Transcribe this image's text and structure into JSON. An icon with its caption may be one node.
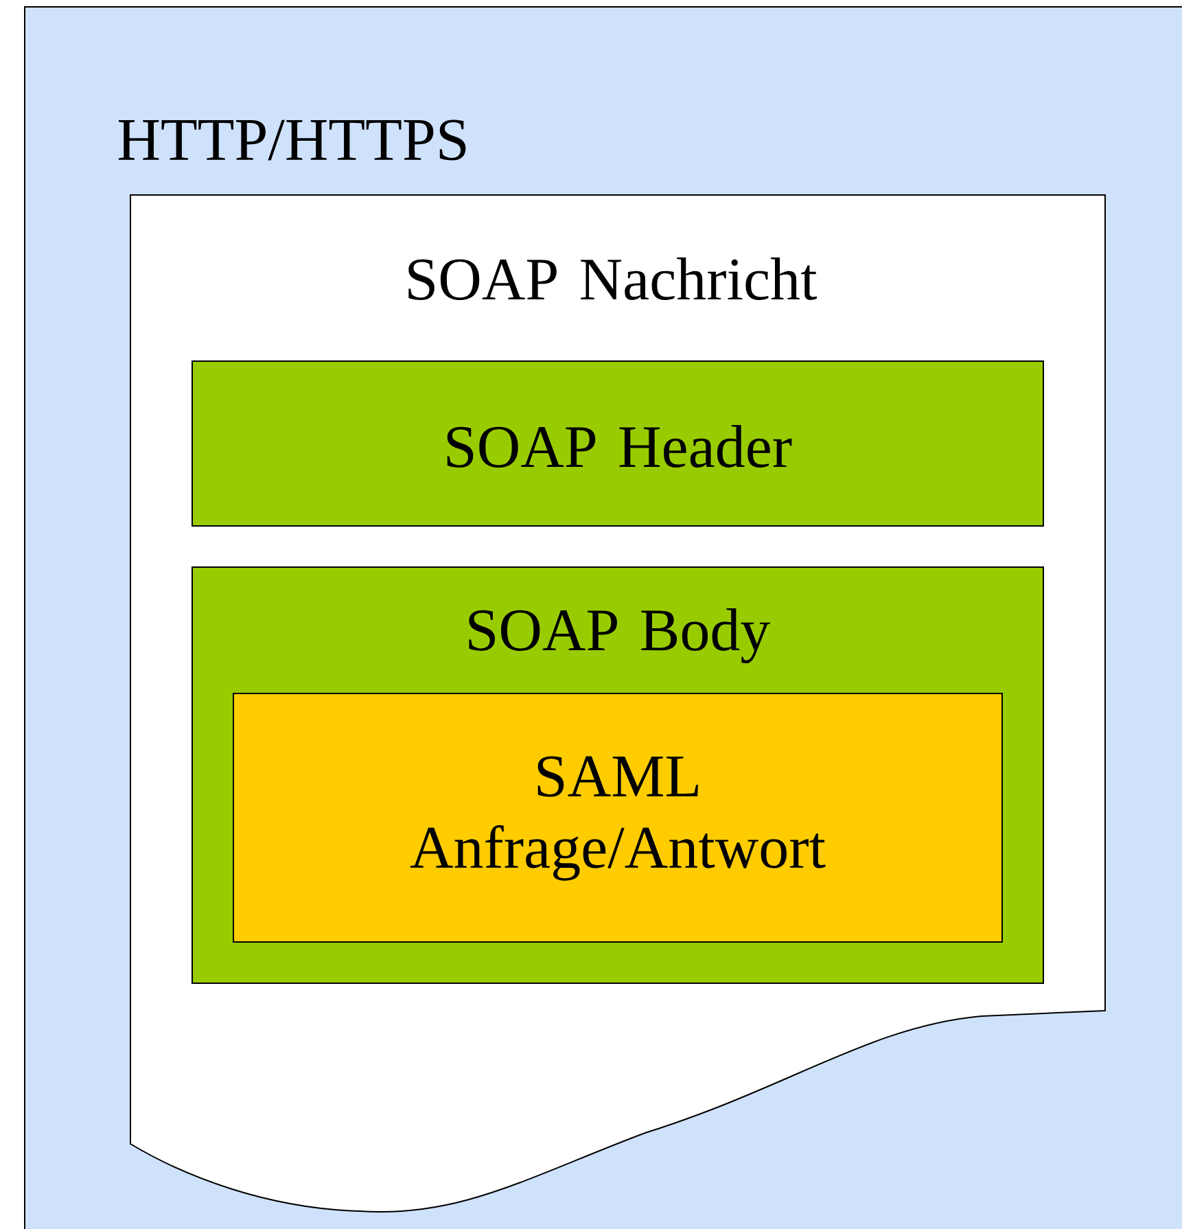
{
  "diagram": {
    "nodes": [
      {
        "text": [
          "HTTP/HTTPS"
        ]
      },
      {
        "text": [
          "SOAP Nachricht"
        ],
        "in": 0
      },
      {
        "text": [
          "SOAP Header"
        ],
        "in": 1
      },
      {
        "text": [
          "SOAP Body"
        ],
        "in": 1
      },
      {
        "text": [
          "SAML Anfrage/Antwort"
        ],
        "in": 3
      }
    ]
  }
}
